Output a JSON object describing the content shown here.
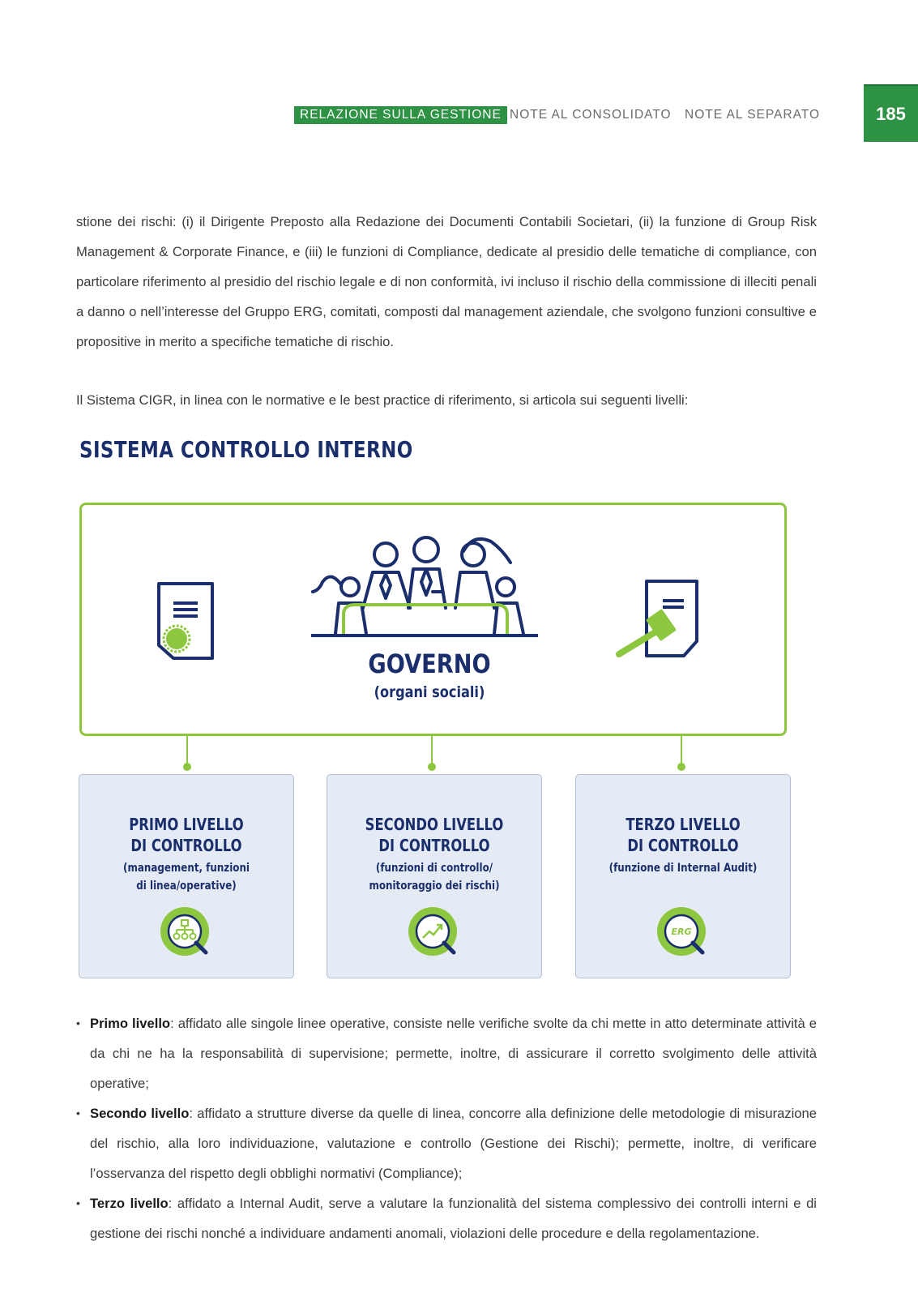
{
  "header": {
    "nav": [
      "RELAZIONE SULLA GESTIONE",
      "NOTE AL CONSOLIDATO",
      "NOTE AL SEPARATO"
    ],
    "page_number": "185"
  },
  "body": {
    "paragraph1": "stione dei rischi: (i) il Dirigente Preposto alla Redazione dei Documenti Contabili Societari, (ii) la funzione di Group Risk Management & Corporate Finance, e (iii) le funzioni di Compliance, dedicate al presidio delle tematiche di compliance, con particolare riferimento al presidio del rischio legale e di non conformità, ivi incluso il rischio della commissione di illeciti penali a danno o nell’interesse del Gruppo ERG, comitati, composti dal management aziendale, che svolgono funzioni consultive e propositive in merito a specifiche tematiche di rischio.",
    "paragraph2": "Il Sistema CIGR, in linea con le normative e le best practice di riferimento, si articola sui seguenti livelli:"
  },
  "diagram": {
    "title": "SISTEMA CONTROLLO INTERNO",
    "governance": {
      "title": "GOVERNO",
      "subtitle": "(organi sociali)"
    },
    "levels": [
      {
        "title": "PRIMO LIVELLO\nDI CONTROLLO",
        "subtitle": "(management, funzioni\ndi linea/operative)",
        "icon": "org-chart-magnifier-icon"
      },
      {
        "title": "SECONDO LIVELLO\nDI CONTROLLO",
        "subtitle": "(funzioni di controllo/\nmonitoraggio dei rischi)",
        "icon": "trend-magnifier-icon"
      },
      {
        "title": "TERZO LIVELLO\nDI CONTROLLO",
        "subtitle": "(funzione di Internal Audit)",
        "icon": "erg-magnifier-icon",
        "icon_text": "ERG"
      }
    ],
    "colors": {
      "navy": "#1a2e6c",
      "green": "#8dc63f",
      "dark_green": "#2e9244",
      "box_fill": "#e5ebf5"
    }
  },
  "bullets": [
    {
      "term": "Primo livello",
      "text": ": affidato alle singole linee operative, consiste nelle verifiche svolte da chi mette in atto determinate attività e da chi ne ha la responsabilità di supervisione; permette, inoltre, di assicurare il corretto svolgimento delle attività operative;"
    },
    {
      "term": "Secondo livello",
      "text": ": affidato a strutture diverse da quelle di linea, concorre alla definizione delle metodologie di misurazione del rischio, alla loro individuazione, valutazione e controllo (Gestione dei Rischi); permette, inoltre, di verificare l’osservanza del rispetto degli obblighi normativi (Compliance);"
    },
    {
      "term": "Terzo livello",
      "text": ": affidato a Internal Audit, serve a valutare la funzionalità del sistema complessivo dei controlli interni e di gestione dei rischi nonché a individuare andamenti anomali, violazioni delle procedure e della regolamentazione."
    }
  ]
}
